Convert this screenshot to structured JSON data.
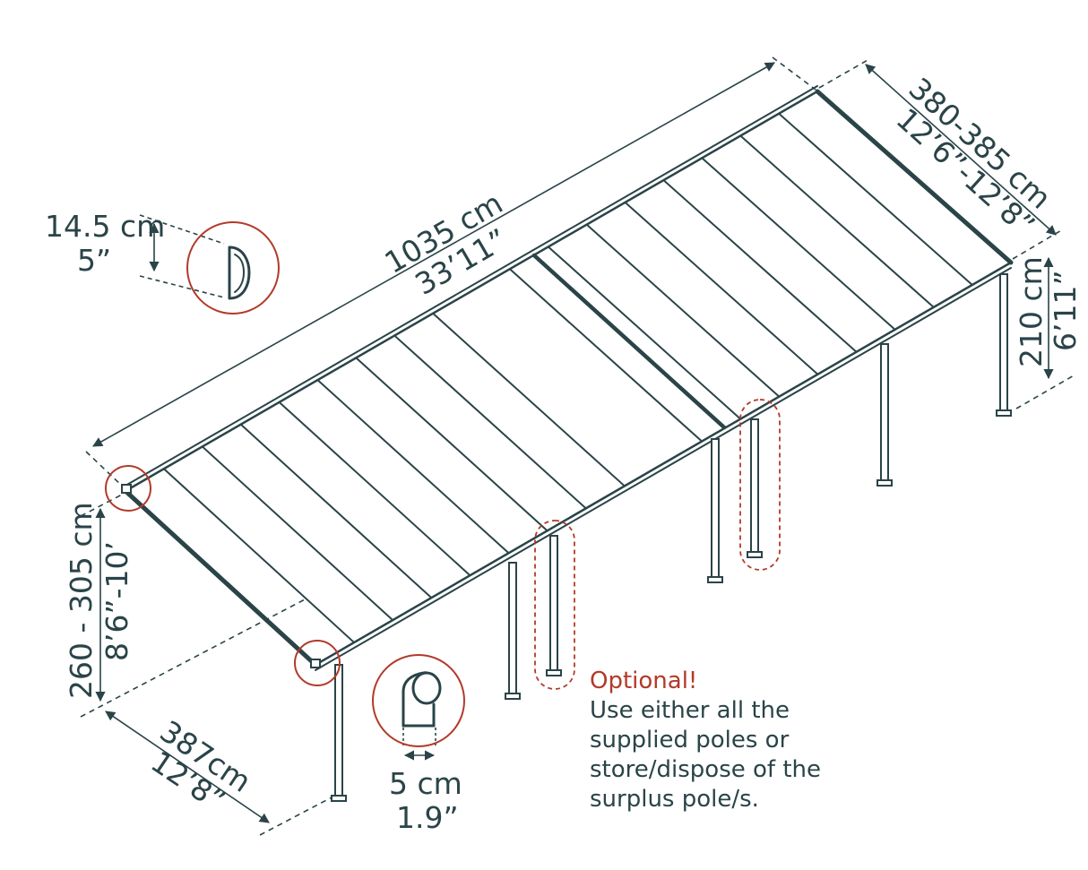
{
  "colors": {
    "frame": "#2a4448",
    "panel": "#2a4448",
    "accent": "#b23a2a",
    "background": "#ffffff"
  },
  "dimensions": {
    "length_cm": "1035 cm",
    "length_ft": "33’11”",
    "depth_cm": "380-385 cm",
    "depth_ft": "12’6”-12’8”",
    "rear_height_cm": "210 cm",
    "rear_height_ft": "6’11”",
    "front_height_cm": "260 - 305 cm",
    "front_height_ft": "8’6”-10’",
    "front_width_cm": "387cm",
    "front_width_ft": "12’8”",
    "gutter_cm": "14.5 cm",
    "gutter_in": "5”",
    "post_cm": "5 cm",
    "post_in": "1.9”"
  },
  "note": {
    "title": "Optional!",
    "lines": [
      "Use either all the",
      "supplied poles or",
      "store/dispose of the",
      "surplus pole/s."
    ]
  },
  "icons": {
    "gutter_detail": "gutter-profile-icon",
    "post_detail": "post-profile-icon"
  }
}
